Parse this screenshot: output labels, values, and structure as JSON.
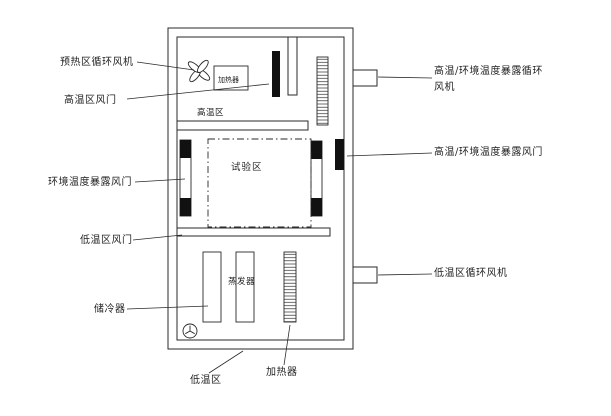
{
  "colors": {
    "line": "#2a2a2a",
    "damper_fill": "#111111",
    "background": "#ffffff"
  },
  "labels": {
    "preheat_fan": "预热区循环风机",
    "high_temp_damper": "高温区风门",
    "ambient_exposure_damper": "环境温度暴露风门",
    "low_temp_damper": "低温区风门",
    "cold_storage": "储冷器",
    "ht_ambient_fan": "高温/环境温度暴露循环风机",
    "ht_ambient_damper": "高温/环境温度暴露风门",
    "low_temp_fan": "低温区循环风机",
    "heater_top": "加热器",
    "high_temp_zone": "高温区",
    "test_zone": "试验区",
    "evaporator": "蒸发器",
    "heater_bottom": "加热器",
    "low_temp_zone": "低温区"
  }
}
